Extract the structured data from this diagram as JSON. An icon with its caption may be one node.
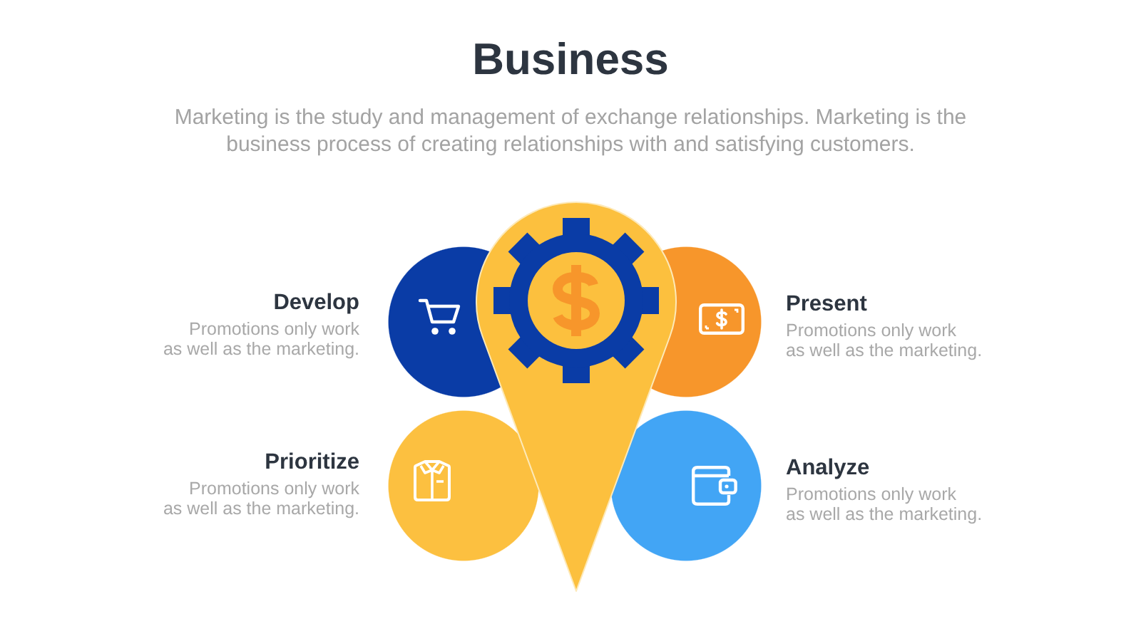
{
  "diagram": {
    "title": "Business",
    "nodes": [
      {
        "text": [],
        "shape": "circle",
        "beside": [
          "Develop",
          "Promotions only work as well as the marketing."
        ]
      },
      {
        "text": [],
        "shape": "circle",
        "beside": [
          "Present",
          "Promotions only work as well as the marketing."
        ]
      },
      {
        "text": [],
        "shape": "circle",
        "beside": [
          "Prioritize",
          "Promotions only work as well as the marketing."
        ]
      },
      {
        "text": [],
        "shape": "circle",
        "beside": [
          "Analyze",
          "Promotions only work as well as the marketing."
        ]
      }
    ],
    "labels": [
      "Marketing is the study and management of exchange relationships. Marketing is the business process of creating relationships with and satisfying customers."
    ]
  }
}
